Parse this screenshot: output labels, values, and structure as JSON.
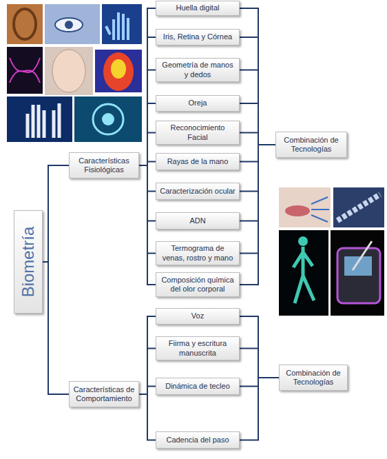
{
  "diagram": {
    "nodes": [
      {
        "text": [
          "Biometría"
        ]
      },
      {
        "text": [
          "Características Fisiológicas"
        ]
      },
      {
        "text": [
          "Huella digital"
        ]
      },
      {
        "text": [
          "Iris, Retina y Córnea"
        ]
      },
      {
        "text": [
          "Geometría de manos y dedos"
        ]
      },
      {
        "text": [
          "Oreja"
        ]
      },
      {
        "text": [
          "Reconocimiento Facial"
        ]
      },
      {
        "text": [
          "Rayas de la mano"
        ]
      },
      {
        "text": [
          "Caracterización ocular"
        ]
      },
      {
        "text": [
          "ADN"
        ]
      },
      {
        "text": [
          "Termograma de venas, rostro y mano"
        ]
      },
      {
        "text": [
          "Composición química del olor corporal"
        ]
      },
      {
        "text": [
          "Combinación de Tecnologías"
        ]
      },
      {
        "text": [
          "Características de Comportamiento"
        ]
      },
      {
        "text": [
          "Voz"
        ]
      },
      {
        "text": [
          "Fiirma y escritura manuscrita"
        ]
      },
      {
        "text": [
          "Dinámica de tecleo"
        ]
      },
      {
        "text": [
          "Cadencia del paso"
        ]
      },
      {
        "text": [
          "Combinación de Tecnologías"
        ]
      }
    ],
    "edges": [
      {
        "from": 0,
        "to": 1,
        "arrow": "none"
      },
      {
        "from": 0,
        "to": 13,
        "arrow": "none"
      },
      {
        "from": 1,
        "to": 2,
        "arrow": "none"
      },
      {
        "from": 1,
        "to": 3,
        "arrow": "none"
      },
      {
        "from": 1,
        "to": 4,
        "arrow": "none"
      },
      {
        "from": 1,
        "to": 5,
        "arrow": "none"
      },
      {
        "from": 1,
        "to": 6,
        "arrow": "none"
      },
      {
        "from": 1,
        "to": 7,
        "arrow": "none"
      },
      {
        "from": 1,
        "to": 8,
        "arrow": "none"
      },
      {
        "from": 1,
        "to": 9,
        "arrow": "none"
      },
      {
        "from": 1,
        "to": 10,
        "arrow": "none"
      },
      {
        "from": 1,
        "to": 11,
        "arrow": "none"
      },
      {
        "from": 2,
        "to": 12,
        "arrow": "none"
      },
      {
        "from": 3,
        "to": 12,
        "arrow": "none"
      },
      {
        "from": 4,
        "to": 12,
        "arrow": "none"
      },
      {
        "from": 5,
        "to": 12,
        "arrow": "none"
      },
      {
        "from": 6,
        "to": 12,
        "arrow": "none"
      },
      {
        "from": 7,
        "to": 12,
        "arrow": "none"
      },
      {
        "from": 8,
        "to": 12,
        "arrow": "none"
      },
      {
        "from": 9,
        "to": 12,
        "arrow": "none"
      },
      {
        "from": 10,
        "to": 12,
        "arrow": "none"
      },
      {
        "from": 11,
        "to": 12,
        "arrow": "none"
      },
      {
        "from": 13,
        "to": 14,
        "arrow": "none"
      },
      {
        "from": 13,
        "to": 15,
        "arrow": "none"
      },
      {
        "from": 13,
        "to": 16,
        "arrow": "none"
      },
      {
        "from": 13,
        "to": 17,
        "arrow": "none"
      },
      {
        "from": 14,
        "to": 18,
        "arrow": "none"
      },
      {
        "from": 15,
        "to": 18,
        "arrow": "none"
      },
      {
        "from": 16,
        "to": 18,
        "arrow": "none"
      },
      {
        "from": 17,
        "to": 18,
        "arrow": "none"
      }
    ]
  }
}
